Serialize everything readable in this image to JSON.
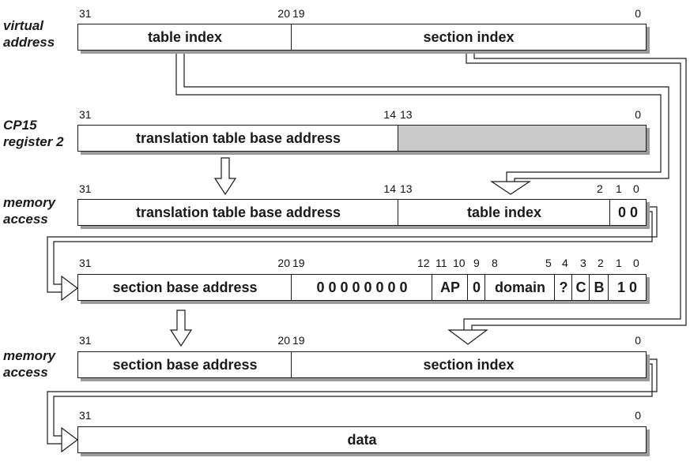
{
  "labels": {
    "virtual_address": [
      "virtual",
      "address"
    ],
    "cp15": [
      "CP15",
      "register 2"
    ],
    "memory_access_1": [
      "memory",
      "access"
    ],
    "memory_access_2": [
      "memory",
      "access"
    ]
  },
  "rows": {
    "virtual_address": {
      "bits": [
        "31",
        "20",
        "19",
        "0"
      ],
      "fields": [
        "table index",
        "section index"
      ]
    },
    "cp15": {
      "bits": [
        "31",
        "14",
        "13",
        "0"
      ],
      "fields": [
        "translation table base address",
        ""
      ]
    },
    "first_level_address": {
      "bits": [
        "31",
        "14",
        "13",
        "2",
        "1",
        "0"
      ],
      "fields": [
        "translation table base address",
        "table index",
        "0 0"
      ]
    },
    "section_descriptor": {
      "bits": [
        "31",
        "20",
        "19",
        "12",
        "11",
        "10",
        "9",
        "8",
        "5",
        "4",
        "3",
        "2",
        "1",
        "0"
      ],
      "fields": [
        "section base address",
        "0 0 0 0 0 0 0 0",
        "AP",
        "0",
        "domain",
        "?",
        "C",
        "B",
        "1 0"
      ]
    },
    "physical_address": {
      "bits": [
        "31",
        "20",
        "19",
        "0"
      ],
      "fields": [
        "section base address",
        "section index"
      ]
    },
    "data_word": {
      "bits": [
        "31",
        "0"
      ],
      "fields": [
        "data"
      ]
    }
  }
}
